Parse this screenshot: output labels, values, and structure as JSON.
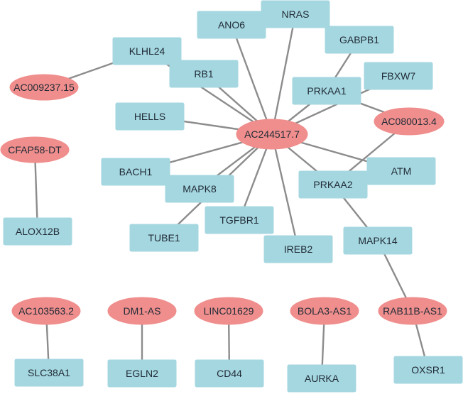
{
  "colors": {
    "gene_fill": "#a5d7e0",
    "lncrna_fill": "#ef8e8c",
    "edge": "#8c8c8c",
    "label": "#1f2a36",
    "background": "#ffffff"
  },
  "nodes": [
    {
      "id": "AC244517.7",
      "label": "AC244517.7",
      "shape": "ellipse"
    },
    {
      "id": "NRAS",
      "label": "NRAS",
      "shape": "rect"
    },
    {
      "id": "ANO6",
      "label": "ANO6",
      "shape": "rect"
    },
    {
      "id": "GABPB1",
      "label": "GABPB1",
      "shape": "rect"
    },
    {
      "id": "KLHL24",
      "label": "KLHL24",
      "shape": "rect"
    },
    {
      "id": "RB1",
      "label": "RB1",
      "shape": "rect"
    },
    {
      "id": "AC009237.15",
      "label": "AC009237.15",
      "shape": "ellipse"
    },
    {
      "id": "FBXW7",
      "label": "FBXW7",
      "shape": "rect"
    },
    {
      "id": "PRKAA1",
      "label": "PRKAA1",
      "shape": "rect"
    },
    {
      "id": "HELLS",
      "label": "HELLS",
      "shape": "rect"
    },
    {
      "id": "AC080013.4",
      "label": "AC080013.4",
      "shape": "ellipse"
    },
    {
      "id": "CFAP58-DT",
      "label": "CFAP58-DT",
      "shape": "ellipse"
    },
    {
      "id": "BACH1",
      "label": "BACH1",
      "shape": "rect"
    },
    {
      "id": "ATM",
      "label": "ATM",
      "shape": "rect"
    },
    {
      "id": "MAPK8",
      "label": "MAPK8",
      "shape": "rect"
    },
    {
      "id": "PRKAA2",
      "label": "PRKAA2",
      "shape": "rect"
    },
    {
      "id": "TGFBR1",
      "label": "TGFBR1",
      "shape": "rect"
    },
    {
      "id": "ALOX12B",
      "label": "ALOX12B",
      "shape": "rect"
    },
    {
      "id": "TUBE1",
      "label": "TUBE1",
      "shape": "rect"
    },
    {
      "id": "IREB2",
      "label": "IREB2",
      "shape": "rect"
    },
    {
      "id": "MAPK14",
      "label": "MAPK14",
      "shape": "rect"
    },
    {
      "id": "AC103563.2",
      "label": "AC103563.2",
      "shape": "ellipse"
    },
    {
      "id": "DM1-AS",
      "label": "DM1-AS",
      "shape": "ellipse"
    },
    {
      "id": "LINC01629",
      "label": "LINC01629",
      "shape": "ellipse"
    },
    {
      "id": "BOLA3-AS1",
      "label": "BOLA3-AS1",
      "shape": "ellipse"
    },
    {
      "id": "RAB11B-AS1",
      "label": "RAB11B-AS1",
      "shape": "ellipse"
    },
    {
      "id": "SLC38A1",
      "label": "SLC38A1",
      "shape": "rect"
    },
    {
      "id": "EGLN2",
      "label": "EGLN2",
      "shape": "rect"
    },
    {
      "id": "CD44",
      "label": "CD44",
      "shape": "rect"
    },
    {
      "id": "AURKA",
      "label": "AURKA",
      "shape": "rect"
    },
    {
      "id": "OXSR1",
      "label": "OXSR1",
      "shape": "rect"
    }
  ],
  "edges": [
    [
      "AC244517.7",
      "NRAS"
    ],
    [
      "AC244517.7",
      "ANO6"
    ],
    [
      "AC244517.7",
      "KLHL24"
    ],
    [
      "AC244517.7",
      "RB1"
    ],
    [
      "AC244517.7",
      "PRKAA1"
    ],
    [
      "AC244517.7",
      "FBXW7"
    ],
    [
      "AC244517.7",
      "HELLS"
    ],
    [
      "AC244517.7",
      "BACH1"
    ],
    [
      "AC244517.7",
      "MAPK8"
    ],
    [
      "AC244517.7",
      "TUBE1"
    ],
    [
      "AC244517.7",
      "TGFBR1"
    ],
    [
      "AC244517.7",
      "IREB2"
    ],
    [
      "AC244517.7",
      "PRKAA2"
    ],
    [
      "AC244517.7",
      "ATM"
    ],
    [
      "AC009237.15",
      "KLHL24"
    ],
    [
      "GABPB1",
      "PRKAA1"
    ],
    [
      "PRKAA1",
      "AC080013.4"
    ],
    [
      "AC080013.4",
      "PRKAA2"
    ],
    [
      "CFAP58-DT",
      "ALOX12B"
    ],
    [
      "PRKAA2",
      "MAPK14"
    ],
    [
      "MAPK14",
      "RAB11B-AS1"
    ],
    [
      "RAB11B-AS1",
      "OXSR1"
    ],
    [
      "AC103563.2",
      "SLC38A1"
    ],
    [
      "DM1-AS",
      "EGLN2"
    ],
    [
      "LINC01629",
      "CD44"
    ],
    [
      "BOLA3-AS1",
      "AURKA"
    ]
  ]
}
